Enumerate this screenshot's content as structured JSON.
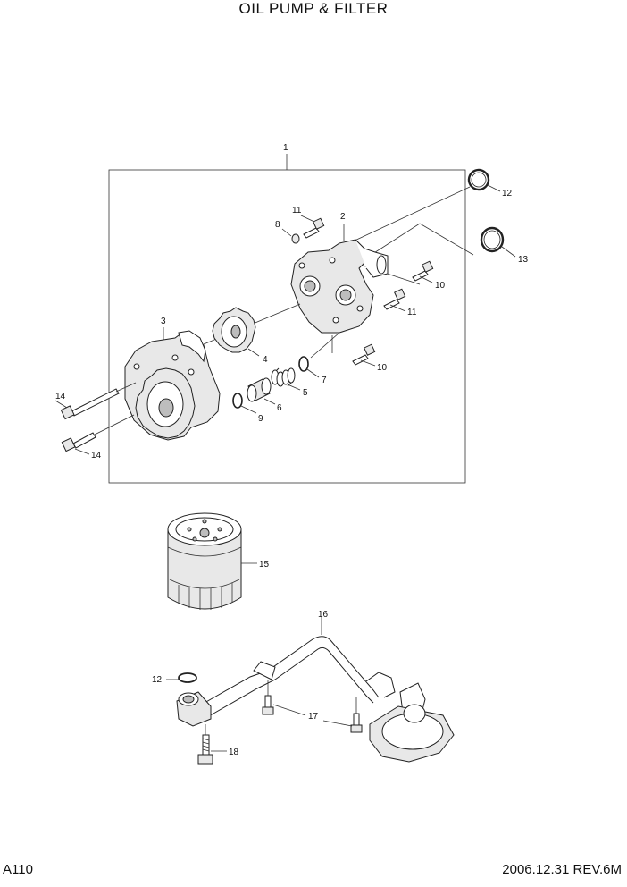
{
  "title": "OIL PUMP & FILTER",
  "footer": {
    "page_code": "A110",
    "revision": "2006.12.31 REV.6M"
  },
  "callouts": {
    "c1": "1",
    "c2": "2",
    "c3": "3",
    "c4": "4",
    "c5": "5",
    "c6": "6",
    "c7": "7",
    "c8": "8",
    "c9": "9",
    "c10a": "10",
    "c10b": "10",
    "c11a": "11",
    "c11b": "11",
    "c12a": "12",
    "c12b": "12",
    "c13": "13",
    "c14a": "14",
    "c14b": "14",
    "c15": "15",
    "c16": "16",
    "c17": "17",
    "c18": "18"
  }
}
